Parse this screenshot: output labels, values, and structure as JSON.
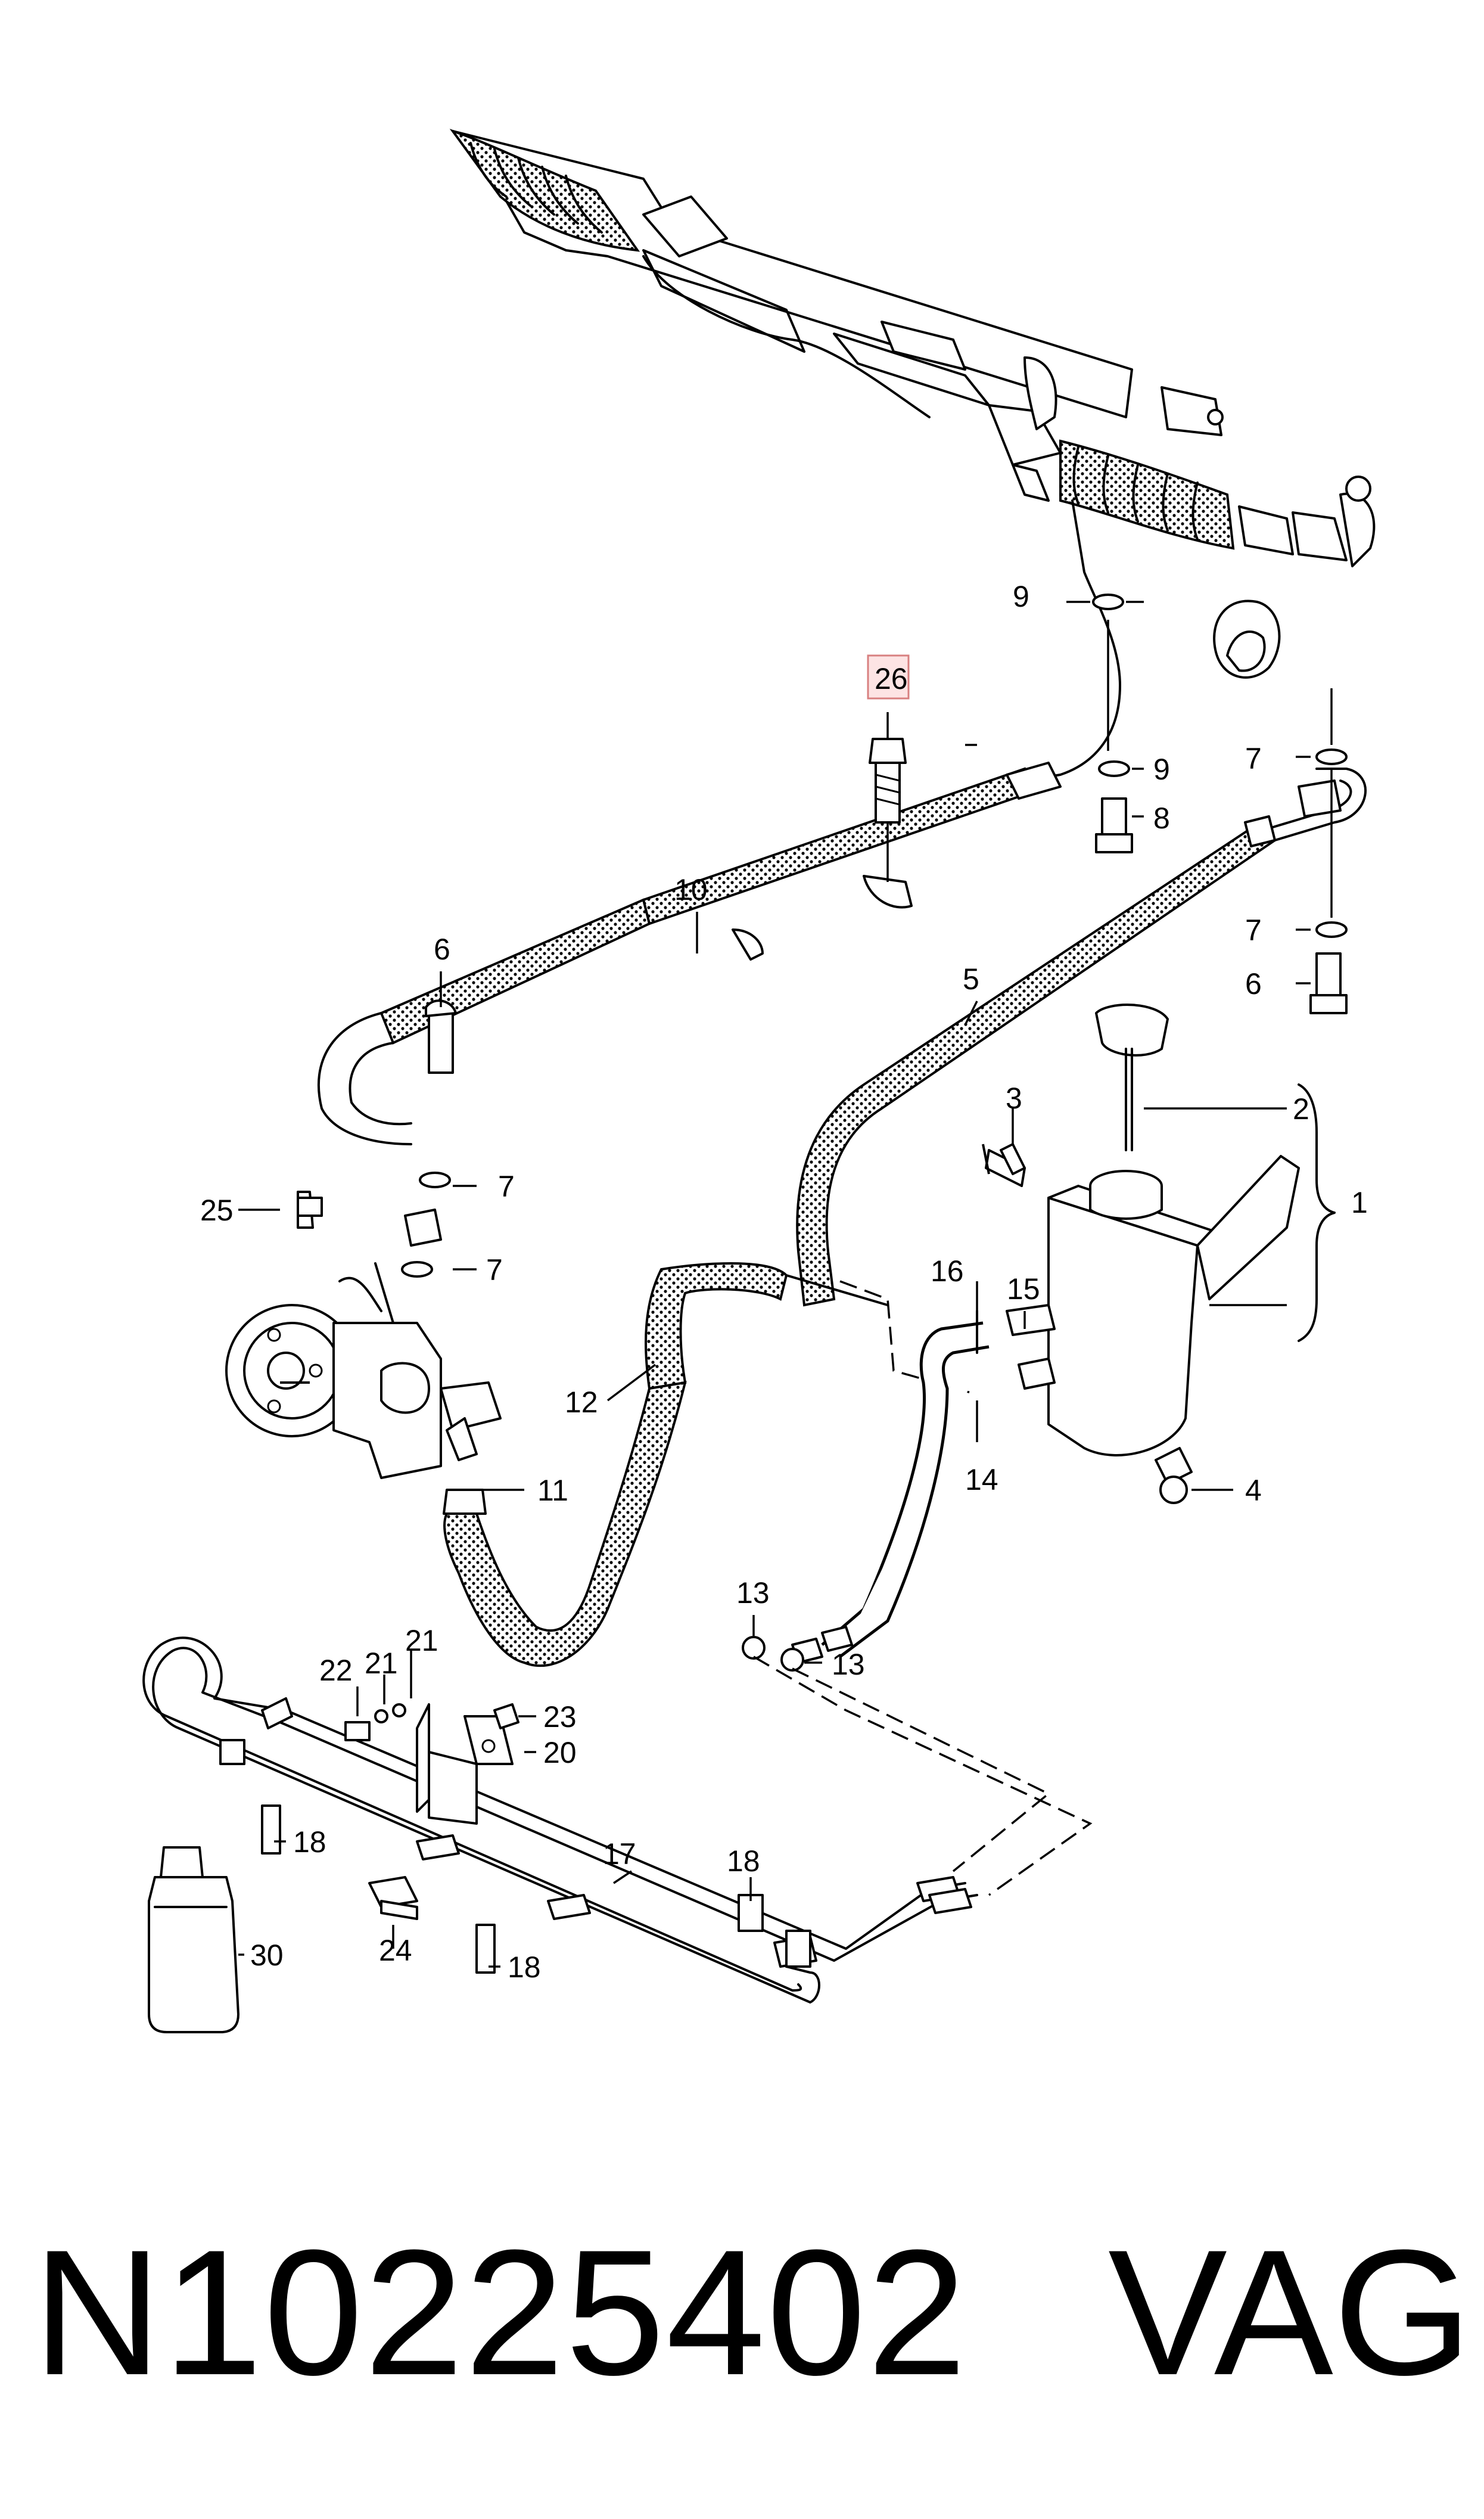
{
  "diagram": {
    "callouts": [
      {
        "id": "c26",
        "label": "26",
        "highlighted": true
      },
      {
        "id": "c1",
        "label": "1"
      },
      {
        "id": "c2",
        "label": "2"
      },
      {
        "id": "c3",
        "label": "3"
      },
      {
        "id": "c4",
        "label": "4"
      },
      {
        "id": "c5",
        "label": "5"
      },
      {
        "id": "c6a",
        "label": "6"
      },
      {
        "id": "c6b",
        "label": "6"
      },
      {
        "id": "c7a",
        "label": "7"
      },
      {
        "id": "c7b",
        "label": "7"
      },
      {
        "id": "c7c",
        "label": "7"
      },
      {
        "id": "c7d",
        "label": "7"
      },
      {
        "id": "c8",
        "label": "8"
      },
      {
        "id": "c9a",
        "label": "9"
      },
      {
        "id": "c9b",
        "label": "9"
      },
      {
        "id": "c10",
        "label": "10"
      },
      {
        "id": "c11",
        "label": "11"
      },
      {
        "id": "c12",
        "label": "12"
      },
      {
        "id": "c13a",
        "label": "13"
      },
      {
        "id": "c13b",
        "label": "13"
      },
      {
        "id": "c14",
        "label": "14"
      },
      {
        "id": "c15",
        "label": "15"
      },
      {
        "id": "c16",
        "label": "16"
      },
      {
        "id": "c17",
        "label": "17"
      },
      {
        "id": "c18a",
        "label": "18"
      },
      {
        "id": "c18b",
        "label": "18"
      },
      {
        "id": "c18c",
        "label": "18"
      },
      {
        "id": "c20",
        "label": "20"
      },
      {
        "id": "c21a",
        "label": "21"
      },
      {
        "id": "c21b",
        "label": "21"
      },
      {
        "id": "c22",
        "label": "22"
      },
      {
        "id": "c23",
        "label": "23"
      },
      {
        "id": "c24",
        "label": "24"
      },
      {
        "id": "c25",
        "label": "25"
      },
      {
        "id": "c30",
        "label": "30"
      }
    ],
    "highlight_color": "#fde4e4"
  },
  "footer": {
    "part_number": "N10225402",
    "brand": "VAG"
  }
}
